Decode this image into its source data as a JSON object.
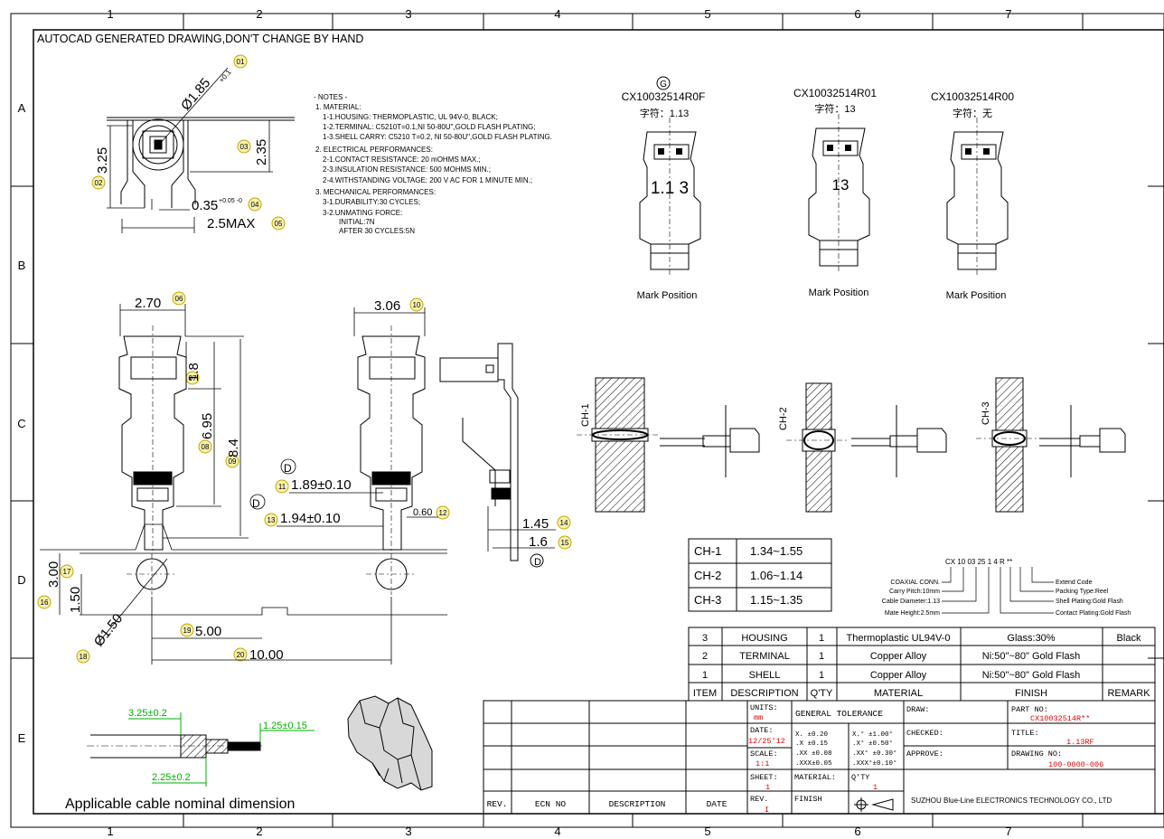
{
  "header_note": "AUTOCAD GENERATED DRAWING,DON'T CHANGE BY HAND",
  "zones": {
    "columns": [
      "1",
      "2",
      "3",
      "4",
      "5",
      "6",
      "7"
    ],
    "rows": [
      "A",
      "B",
      "C",
      "D",
      "E"
    ]
  },
  "notes": {
    "title": "- NOTES -",
    "lines": [
      "1. MATERIAL:",
      "1-1.HOUSING: THERMOPLASTIC, UL 94V-0, BLACK;",
      "1-2.TERMINAL: C5210T=0.1,NI 50-80U\",GOLD FLASH PLATING;",
      "1-3.SHELL CARRY: C5210 T=0.2, NI 50-80U\",GOLD FLASH PLATING.",
      "2. ELECTRICAL PERFORMANCES:",
      "2-1.CONTACT RESISTANCE: 20 mOHMS MAX.;",
      "2-3.INSULATION RESISTANCE: 500 MOHMS MIN.;",
      "2-4.WITHSTANDING VOLTAGE: 200 V AC FOR 1 MINUTE MIN.;",
      "3. MECHANICAL PERFORMANCES:",
      "3-1.DURABILITY:30 CYCLES;",
      "3-2.UNMATING FORCE:",
      "INITIAL:7N",
      "AFTER 30 CYCLES:5N"
    ]
  },
  "top_view_dims": {
    "dia": "Ø1.85",
    "dia_tol": "+0.1",
    "h1": "3.25",
    "h2": "2.35",
    "w1": "0.35",
    "w1_tol": "+0.05 -0",
    "w2": "2.5MAX",
    "balloons": [
      "01",
      "02",
      "03",
      "04",
      "05"
    ]
  },
  "variants": [
    {
      "part": "CX10032514R0F",
      "symbol": "G",
      "char_label": "字符：1.13",
      "mark": "1.1 3",
      "pos": "Mark Position"
    },
    {
      "part": "CX10032514R01",
      "char_label": "字符：13",
      "mark": "13",
      "pos": "Mark Position"
    },
    {
      "part": "CX10032514R00",
      "char_label": "字符：无",
      "mark": "",
      "pos": "Mark Position"
    }
  ],
  "front_dims": {
    "w_top": "2.70",
    "b06": "06",
    "h18": "1.8",
    "b07": "07",
    "h695": "6.95",
    "b08": "08",
    "h84": "8.4",
    "b09": "09",
    "w306": "3.06",
    "b10": "10",
    "d189": "1.89±0.10",
    "b11": "11",
    "d194": "1.94±0.10",
    "b13": "13",
    "d060": "0.60",
    "b12": "12",
    "d145": "1.45",
    "b14": "14",
    "d16": "1.6",
    "b15": "15",
    "d300": "3.00",
    "b16": "16",
    "d150": "1.50",
    "b17": "17",
    "dia150": "Ø1.50",
    "b18": "18",
    "d500": "5.00",
    "b19": "19",
    "d1000": "10.00",
    "b20": "20",
    "flag": "D"
  },
  "ch_labels": [
    "CH-1",
    "CH-2",
    "CH-3"
  ],
  "ch_table": [
    {
      "name": "CH-1",
      "range": "1.34~1.55"
    },
    {
      "name": "CH-2",
      "range": "1.06~1.14"
    },
    {
      "name": "CH-3",
      "range": "1.15~1.35"
    }
  ],
  "part_code": {
    "code": "CX 10 03 25 1 4 R **",
    "left": [
      "COAXIAL CONN.",
      "Carry Pitch:10mm",
      "Cable Diameter:1.13",
      "Mate Height:2.5mm"
    ],
    "right": [
      "Extend Code",
      "Packing Type:Reel",
      "Shell Plating:Gold Flash",
      "Contact Plating:Gold Flash"
    ]
  },
  "bom": {
    "headers": [
      "ITEM",
      "DESCRIPTION",
      "Q'TY",
      "MATERIAL",
      "FINISH",
      "REMARK"
    ],
    "rows": [
      [
        "3",
        "HOUSING",
        "1",
        "Thermoplastic UL94V-0",
        "Glass:30%",
        "Black"
      ],
      [
        "2",
        "TERMINAL",
        "1",
        "Copper Alloy",
        "Ni:50\"~80\" Gold Flash",
        ""
      ],
      [
        "1",
        "SHELL",
        "1",
        "Copper Alloy",
        "Ni:50\"~80\" Gold Flash",
        ""
      ]
    ]
  },
  "title_block": {
    "rev_headers": [
      "REV.",
      "ECN NO",
      "DESCRIPTION",
      "DATE"
    ],
    "units_label": "UNITS:",
    "units_value": "mm",
    "date_label": "DATE:",
    "date_value": "12/25'12",
    "scale_label": "SCALE:",
    "scale_value": "1:1",
    "sheet_label": "SHEET:",
    "sheet_value": "1",
    "rev_label": "REV.",
    "rev_value": "I",
    "gen_tol": "GENERAL TOLERANCE",
    "tol_lin": [
      "X.   ±0.20",
      ".X   ±0.15",
      ".XX  ±0.08",
      ".XXX±0.05"
    ],
    "tol_ang": [
      "X.°   ±1.00°",
      ".X°   ±0.50°",
      ".XX°  ±0.30°",
      ".XXX°±0.10°"
    ],
    "material_label": "MATERIAL:",
    "qty_label": "Q'TY",
    "qty_value": "1",
    "finish_label": "FINISH",
    "draw_label": "DRAW:",
    "checked_label": "CHECKED:",
    "approve_label": "APPROVE:",
    "part_no_label": "PART NO:",
    "part_no_value": "CX10032514R**",
    "title_label": "TITLE:",
    "title_value": "1.13RF",
    "dwg_no_label": "DRAWING NO:",
    "dwg_no_value": "100-0000-006",
    "company": "SUZHOU Blue-Line ELECTRONICS TECHNOLOGY CO., LTD"
  },
  "cable": {
    "d1": "3.25±0.2",
    "d2": "1.25±0.15",
    "d3": "2.25±0.2",
    "caption": "Applicable cable nominal dimension"
  },
  "colors": {
    "ink": "#000000",
    "red": "#e00000",
    "green": "#00b000",
    "balloon": "#f4f2b0"
  }
}
